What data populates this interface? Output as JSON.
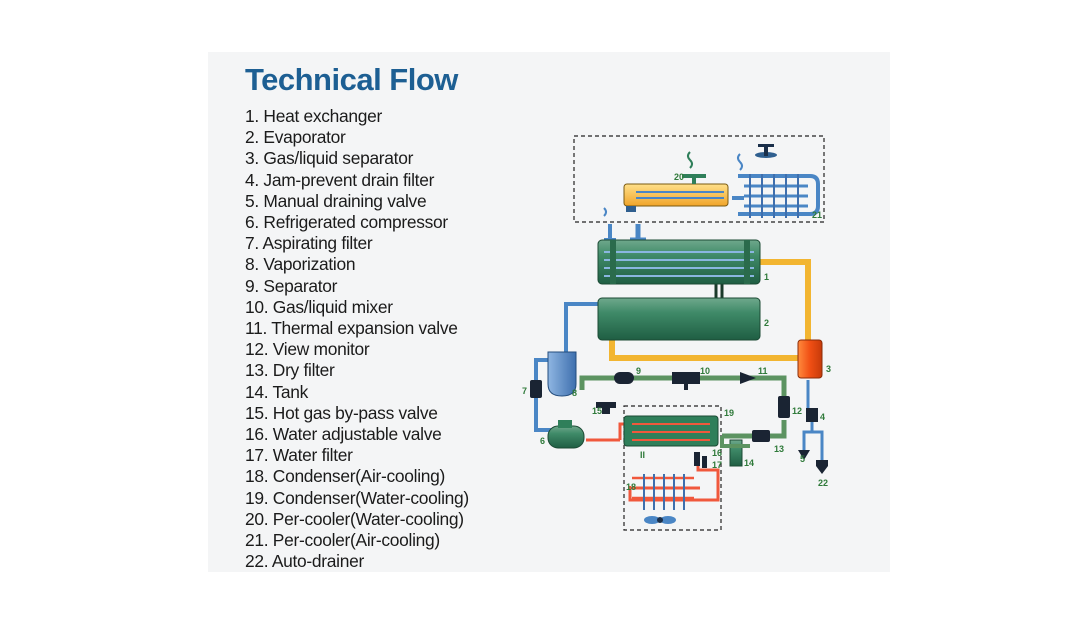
{
  "title": "Technical Flow",
  "legend": [
    "1. Heat exchanger",
    "2. Evaporator",
    "3. Gas/liquid separator",
    "4. Jam-prevent drain filter",
    "5. Manual draining valve",
    "6. Refrigerated compressor",
    "7. Aspirating filter",
    "8. Vaporization",
    "9. Separator",
    "10. Gas/liquid mixer",
    "11. Thermal expansion valve",
    "12. View monitor",
    "13. Dry filter",
    "14. Tank",
    "15. Hot gas by-pass valve",
    "16. Water adjustable valve",
    "17. Water filter",
    "18. Condenser(Air-cooling)",
    "19. Condenser(Water-cooling)",
    "20. Per-cooler(Water-cooling)",
    "21. Per-cooler(Air-cooling)",
    "22. Auto-drainer"
  ],
  "callouts": {
    "c1": "1",
    "c2": "2",
    "c3": "3",
    "c4": "4",
    "c5": "5",
    "c6": "6",
    "c7": "7",
    "c8": "8",
    "c9": "9",
    "c10": "10",
    "c11": "11",
    "c12": "12",
    "c13": "13",
    "c14": "14",
    "c15": "15",
    "c16": "16",
    "c17": "17",
    "c18": "18",
    "c19": "19",
    "c20": "20",
    "c21": "21",
    "c22": "22",
    "cII": "II"
  },
  "colors": {
    "title": "#1d5f93",
    "air_pipe": "#f2b531",
    "water_pipe": "#4a86c5",
    "refrigerant_pipe": "#5c9361",
    "hot_gas": "#f0583c",
    "vessel": "#2f7f5a",
    "separator": "#f0541c",
    "callout": "#2f7a3a"
  }
}
